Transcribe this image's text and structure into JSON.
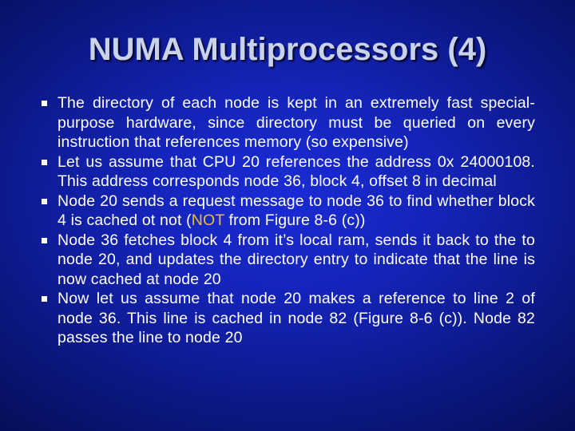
{
  "slide": {
    "title": "NUMA Multiprocessors (4)",
    "bullets": [
      {
        "text": "The directory of each node is kept in an extremely fast special-purpose hardware, since directory must be queried on every instruction that references memory (so expensive)"
      },
      {
        "text": "Let us assume that CPU 20 references the address 0x 24000108. This address corresponds node 36, block 4, offset 8 in decimal"
      },
      {
        "text_before": "Node 20 sends a request message to node 36 to find whether block 4 is cached ot not (",
        "highlight": "NOT",
        "text_after": " from Figure 8-6 (c))"
      },
      {
        "text": "Node 36 fetches block 4 from it’s local ram, sends it back to the to node 20, and updates the directory entry to indicate that the line is now cached at node 20"
      },
      {
        "text": "Now let us assume that node 20 makes a reference to line 2 of node 36. This line is cached in node 82 (Figure 8-6 (c)). Node 82 passes the line to node 20"
      }
    ]
  },
  "colors": {
    "title": "#c8d2e8",
    "body_text": "#ffffff",
    "highlight": "#e6bf3a",
    "background": "#1424b8"
  }
}
